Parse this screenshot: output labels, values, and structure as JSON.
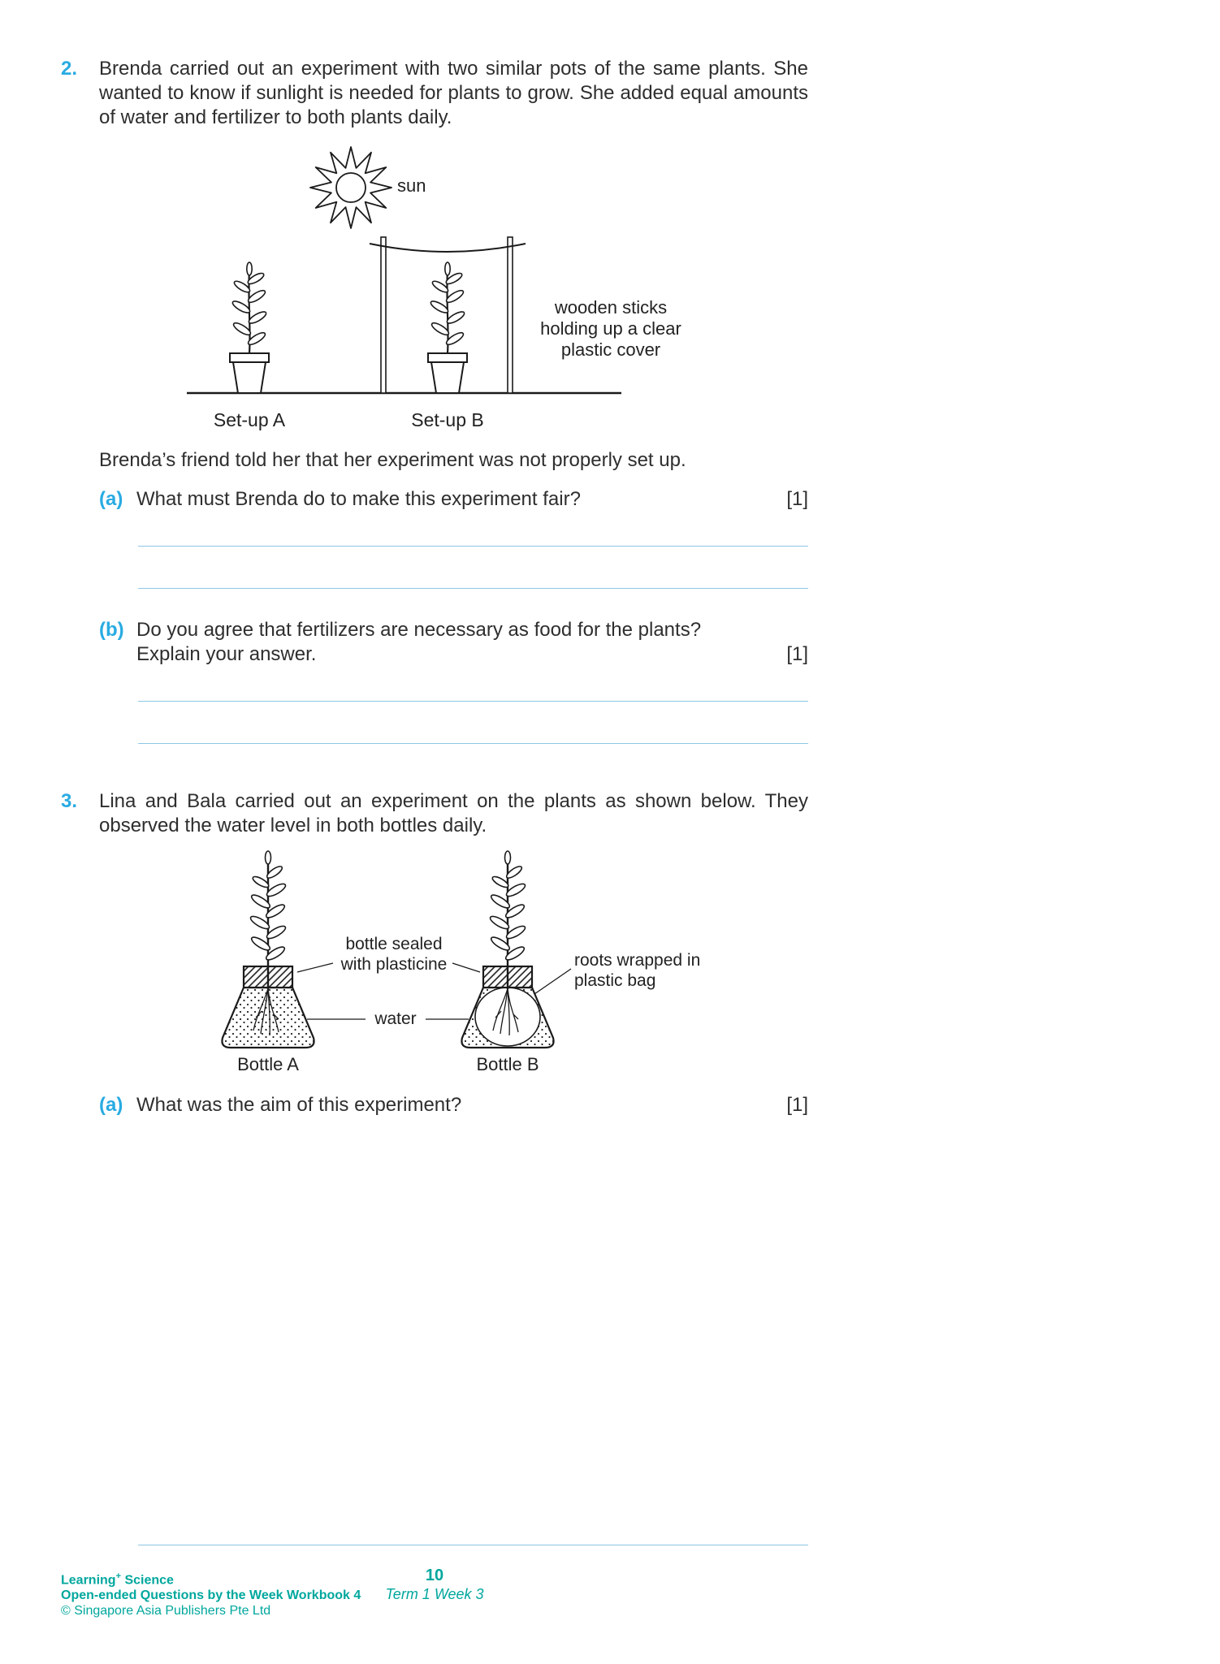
{
  "accent": "#29abe2",
  "q2": {
    "number": "2.",
    "text": "Brenda carried out an experiment with two similar pots of the same plants. She wanted to know if sunlight is needed for plants to grow. She added equal amounts of water and fertilizer to both plants daily.",
    "diagram": {
      "sun": "sun",
      "sticks": "wooden sticks holding up a clear plastic cover",
      "setup_a": "Set-up A",
      "setup_b": "Set-up B"
    },
    "friend": "Brenda’s friend told her that her experiment was not properly set up.",
    "parts": {
      "a": {
        "label": "(a)",
        "text": "What must Brenda do to make this experiment fair?",
        "marks": "[1]"
      },
      "b": {
        "label": "(b)",
        "text": "Do you agree that fertilizers are necessary as food for the plants? Explain your answer.",
        "marks": "[1]"
      }
    }
  },
  "q3": {
    "number": "3.",
    "text": "Lina and Bala carried out an experiment on the plants as shown below. They observed the water level in both bottles daily.",
    "diagram": {
      "seal": "bottle sealed with plasticine",
      "roots": "roots wrapped in plastic bag",
      "water": "water",
      "bottle_a": "Bottle A",
      "bottle_b": "Bottle B"
    },
    "parts": {
      "a": {
        "label": "(a)",
        "text": "What was the aim of this experiment?",
        "marks": "[1]"
      }
    }
  },
  "footer": {
    "brand_name": "Learning",
    "brand_sup": "+",
    "brand_rest": " Science",
    "series": "Open-ended Questions by the Week Workbook 4",
    "copyright": "© Singapore Asia Publishers Pte Ltd",
    "page": "10",
    "term": "Term 1 Week 3"
  }
}
